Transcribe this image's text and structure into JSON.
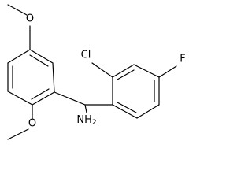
{
  "molecule": {
    "labels": {
      "methoxy_top_oxygen": "O",
      "methoxy_bottom_oxygen": "O",
      "chloro": "Cl",
      "fluoro": "F",
      "amine": "NH",
      "amine_subscript": "2"
    },
    "colors": {
      "bond": "#000000",
      "label": "#000000",
      "background": "#ffffff"
    }
  }
}
